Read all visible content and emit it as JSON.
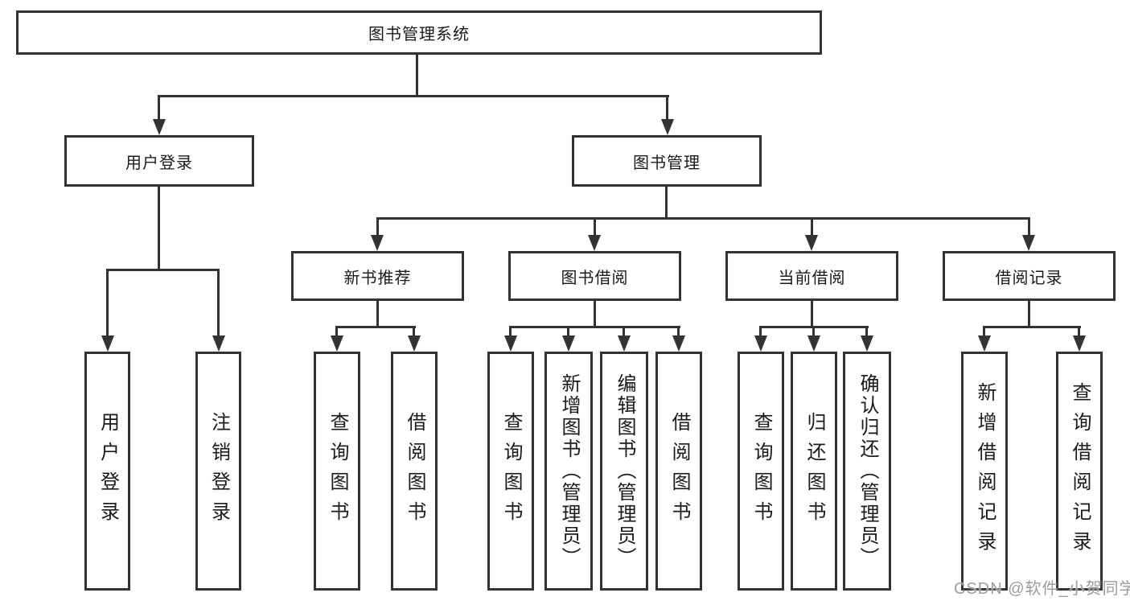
{
  "diagram": {
    "title": "图书管理系统",
    "level2": [
      {
        "label": "用户登录",
        "children": [
          "用户登录",
          "注销登录"
        ]
      },
      {
        "label": "图书管理",
        "groups": [
          {
            "label": "新书推荐",
            "children": [
              "查询图书",
              "借阅图书"
            ]
          },
          {
            "label": "图书借阅",
            "children": [
              "查询图书",
              "新增图书（管理员）",
              "编辑图书（管理员）",
              "借阅图书"
            ]
          },
          {
            "label": "当前借阅",
            "children": [
              "查询图书",
              "归还图书",
              "确认归还（管理员）"
            ]
          },
          {
            "label": "借阅记录",
            "children": [
              "新增借阅记录",
              "查询借阅记录"
            ]
          }
        ]
      }
    ]
  },
  "watermark": {
    "text": "CSDN @软件_小贺同学"
  },
  "colors": {
    "line": "#333333",
    "text": "#1a1a1a",
    "box_background": "#ffffff",
    "watermark": "#9c9c9c",
    "background": "#ffffff"
  }
}
